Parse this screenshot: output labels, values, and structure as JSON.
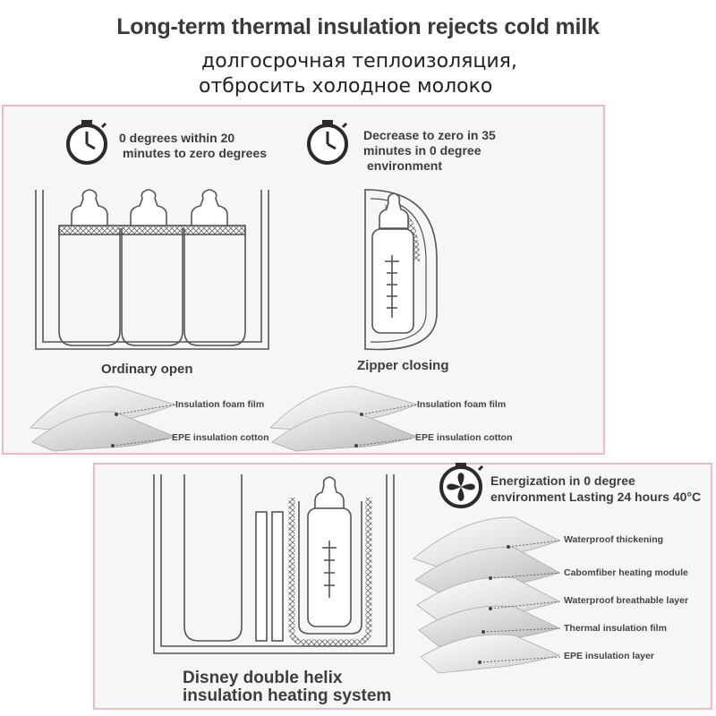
{
  "header": {
    "title_en": "Long-term thermal insulation rejects cold milk",
    "title_ru_line1": "долгосрочная теплоизоляция,",
    "title_ru_line2": "отбросить холодное молоко"
  },
  "top_panel": {
    "left_caption_line1": "0 degrees within 20",
    "left_caption_line2": "minutes to zero degrees",
    "right_caption_line1": "Decrease to zero in 35",
    "right_caption_line2": "minutes in 0 degree",
    "right_caption_line3": "environment",
    "label_open": "Ordinary open",
    "label_zipper": "Zipper closing",
    "layers_left": [
      "Insulation foam film",
      "EPE insulation cotton"
    ],
    "layers_right": [
      "Insulation foam film",
      "EPE insulation cotton"
    ]
  },
  "bottom_panel": {
    "energy_line1": "Energization in 0 degree",
    "energy_line2": "environment Lasting 24 hours 40°C",
    "layers": [
      "Waterproof thickening",
      "Cabomfiber heating module",
      "Waterproof breathable layer",
      "Thermal insulation film",
      "EPE insulation layer"
    ],
    "system_title_line1": "Disney double helix",
    "system_title_line2": "insulation heating system"
  },
  "colors": {
    "panel_border": "#efb9c2",
    "panel_bg": "#f6f6f6",
    "text": "#3d3d3d"
  },
  "icons": [
    "stopwatch-icon",
    "stopwatch-icon",
    "fan-icon"
  ]
}
